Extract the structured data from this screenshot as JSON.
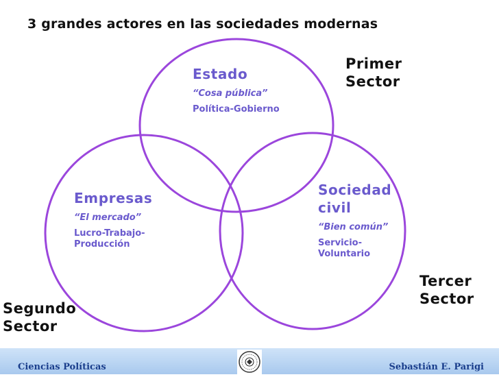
{
  "title": "3 grandes actores en las sociedades modernas",
  "sectors": {
    "primer": [
      "Primer",
      "Sector"
    ],
    "segundo": [
      "Segundo",
      "Sector"
    ],
    "tercer": [
      "Tercer",
      "Sector"
    ]
  },
  "actors": {
    "estado": {
      "name": "Estado",
      "motto": "“Cosa pública”",
      "desc": "Política-Gobierno"
    },
    "empresas": {
      "name": "Empresas",
      "motto": "“El mercado”",
      "desc_lines": [
        "Lucro-Trabajo-",
        "Producción"
      ]
    },
    "sociedad": {
      "name_lines": [
        "Sociedad",
        "civil"
      ],
      "motto": "“Bien común”",
      "desc_lines": [
        "Servicio-",
        "Voluntario"
      ]
    }
  },
  "colors": {
    "circle_stroke": "#9b46dc",
    "actor_text": "#6a5acd",
    "footer_text": "#1a3e8c"
  },
  "footer": {
    "left": "Ciencias Políticas",
    "right": "Sebastián E. Parigi",
    "logo_icon": "university-seal-icon"
  }
}
